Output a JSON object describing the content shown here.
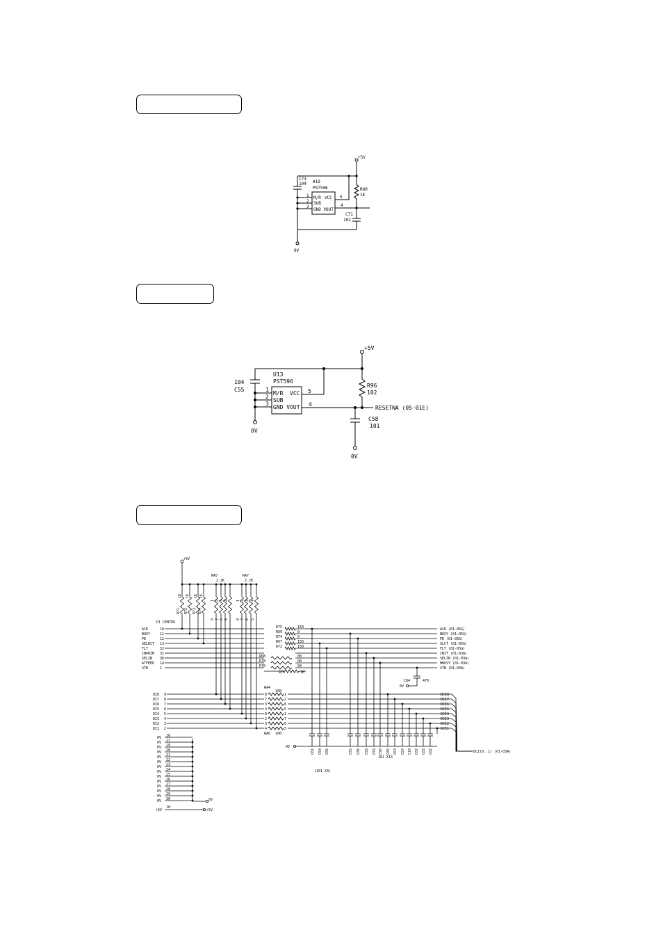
{
  "sections": [
    {
      "title": ""
    },
    {
      "title": ""
    },
    {
      "title": ""
    }
  ],
  "circuit1": {
    "supply": "+5V",
    "ground": "0V",
    "cap_in": {
      "ref": "C73",
      "value": "104"
    },
    "ic": {
      "ref": "#10",
      "part": "PST596"
    },
    "pins": {
      "p1": "1",
      "p2": "2",
      "p3": "3",
      "p4": "4",
      "p5": "5"
    },
    "pin_names": {
      "mr": "M/R",
      "vcc": "VCC",
      "sub": "SUB",
      "gnd_vout": "GND VOUT"
    },
    "resistor": {
      "ref": "R80",
      "value": "1K"
    },
    "cap_out": {
      "ref": "C71",
      "value": "102"
    }
  },
  "circuit2": {
    "supply": "+5V",
    "ground": "0V",
    "cap_in": {
      "ref": "C55",
      "value": "104"
    },
    "ic": {
      "ref": "U13",
      "part": "PST596"
    },
    "pins": {
      "p1": "1",
      "p2": "2",
      "p3": "3",
      "p4": "4",
      "p5": "5"
    },
    "pin_names": {
      "mr": "M/R",
      "vcc": "VCC",
      "sub": "SUB",
      "gnd_vout": "GND VOUT"
    },
    "resistor": {
      "ref": "R96",
      "value": "102"
    },
    "output": "RESETNA (05-01E)",
    "cap_out": {
      "ref": "C58",
      "value": "101"
    }
  },
  "circuit3": {
    "supply": "+5V",
    "connector": "P1 CENTRO",
    "resistors_1k": [
      "R71",
      "R72",
      "R73",
      "R74"
    ],
    "resistor_1k_value": "1K",
    "array_a": {
      "ref": "RA5",
      "value": "2.2K"
    },
    "array_b": {
      "ref": "RA7",
      "value": "2.2K"
    },
    "array_pins": [
      "1",
      "2",
      "3",
      "4",
      "8",
      "7",
      "6",
      "5"
    ],
    "signal_rows": [
      {
        "name": "ACK",
        "pin": "10",
        "res": "R75",
        "val": "150",
        "net": "ACK (01-05G)"
      },
      {
        "name": "BUSY",
        "pin": "11",
        "res": "R69",
        "val": "0",
        "net": "BUSY (01-05G)"
      },
      {
        "name": "PE",
        "pin": "12",
        "res": "R74",
        "val": "0",
        "net": "PE (01-05G)"
      },
      {
        "name": "SELECT",
        "pin": "13",
        "res": "R67",
        "val": "150",
        "net": "SLCT (01-05G)"
      },
      {
        "name": "FLT",
        "pin": "32",
        "res": "R72",
        "val": "150",
        "net": "FLT (01-05G)"
      },
      {
        "name": "INPRIM",
        "pin": "31",
        "res": "",
        "val": "",
        "net": "INIT (01-03A)"
      },
      {
        "name": "SELIN",
        "pin": "36",
        "res": "R68",
        "val": "00",
        "net": "SELIN (01-03A)"
      },
      {
        "name": "ATFEED",
        "pin": "14",
        "res": "R78",
        "val": "00",
        "net": "HBUSY (01-03A)"
      },
      {
        "name": "STB",
        "pin": "1",
        "res": "R70",
        "val": "00",
        "net": "STB (01-03A)"
      }
    ],
    "r76": {
      "ref": "R76",
      "value": "1M"
    },
    "c84": {
      "ref": "C84",
      "value": "470"
    },
    "data_rows": [
      {
        "name": "DI8",
        "pin": "9",
        "rp": "8",
        "lp": "1",
        "net": "DCI8"
      },
      {
        "name": "DI7",
        "pin": "8",
        "rp": "7",
        "lp": "2",
        "net": "DCI7"
      },
      {
        "name": "DI6",
        "pin": "7",
        "rp": "3",
        "lp": "6",
        "net": "DCI6"
      },
      {
        "name": "DI5",
        "pin": "6",
        "rp": "4",
        "lp": "5",
        "net": "DCI5"
      },
      {
        "name": "DI4",
        "pin": "5",
        "rp": "8",
        "lp": "1",
        "net": "DCI4"
      },
      {
        "name": "DI3",
        "pin": "4",
        "rp": "2",
        "lp": "7",
        "net": "DCI3"
      },
      {
        "name": "DI2",
        "pin": "3",
        "rp": "3",
        "lp": "6",
        "net": "DCI2"
      },
      {
        "name": "DI1",
        "pin": "2",
        "rp": "4",
        "lp": "5",
        "net": "DCI1"
      }
    ],
    "ra4": {
      "ref": "RA4",
      "value": "100"
    },
    "ra6": {
      "ref": "RA6",
      "value": "100"
    },
    "ground_pins": [
      "16",
      "17",
      "19",
      "20",
      "21",
      "22",
      "23",
      "24",
      "25",
      "26",
      "27",
      "28",
      "29",
      "30"
    ],
    "ground_label": "0V",
    "vcc_pin": "18",
    "vcc_label": "+5V",
    "ground_out": "0V",
    "left_caps": [
      "C61",
      "C54",
      "C66"
    ],
    "left_caps_note": "(101 X3)",
    "right_caps": [
      "C55",
      "C88",
      "C58",
      "C59",
      "C90",
      "C89",
      "C63",
      "C57",
      "C78",
      "C87",
      "C83",
      "C82"
    ],
    "right_caps_note": "101 X13",
    "bus_label": "DCI(0..1) (01-03A)"
  }
}
